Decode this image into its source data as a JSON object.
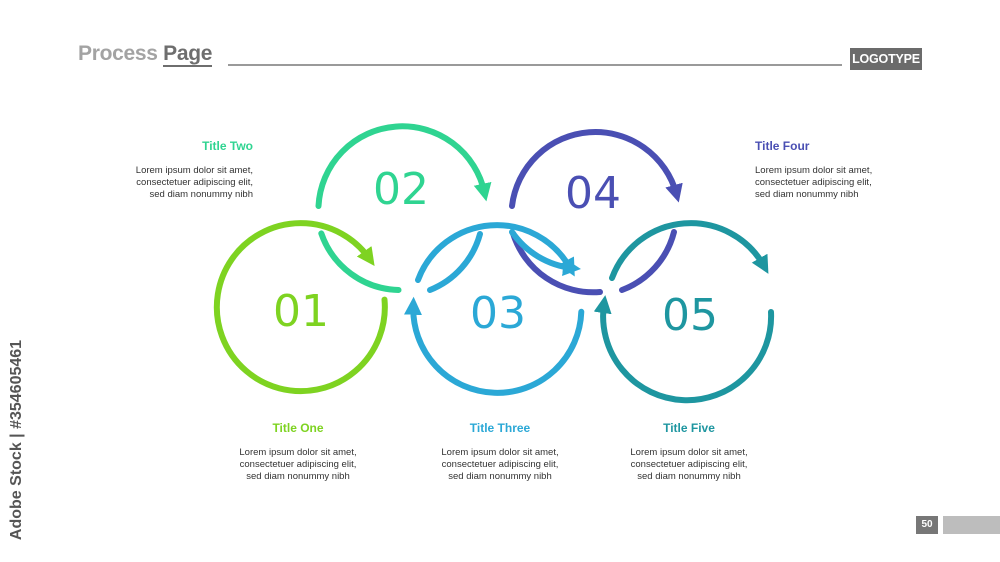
{
  "header": {
    "title_light": "Process",
    "title_dark": "Page",
    "logotype": "LOGOTYPE"
  },
  "watermark": "Adobe Stock | #354605461",
  "steps": [
    {
      "number": "01",
      "title": "Title One",
      "lines": [
        "Lorem ipsum dolor sit amet,",
        "consectetuer adipiscing elit,",
        "sed diam nonummy nibh"
      ],
      "color": "#7ED321"
    },
    {
      "number": "02",
      "title": "Title Two",
      "lines": [
        "Lorem ipsum dolor sit amet,",
        "consectetuer adipiscing elit,",
        "sed diam nonummy nibh"
      ],
      "color": "#2FD491"
    },
    {
      "number": "03",
      "title": "Title Three",
      "lines": [
        "Lorem ipsum dolor sit amet,",
        "consectetuer adipiscing elit,",
        "sed diam nonummy nibh"
      ],
      "color": "#2BA8D6"
    },
    {
      "number": "04",
      "title": "Title Four",
      "lines": [
        "Lorem ipsum dolor sit amet,",
        "consectetuer adipiscing elit,",
        "sed diam nonummy nibh"
      ],
      "color": "#4A4FB3"
    },
    {
      "number": "05",
      "title": "Title Five",
      "lines": [
        "Lorem ipsum dolor sit amet,",
        "consectetuer adipiscing elit,",
        "sed diam nonummy nibh"
      ],
      "color": "#1E96A0"
    }
  ],
  "footer": {
    "page_number": "50"
  }
}
